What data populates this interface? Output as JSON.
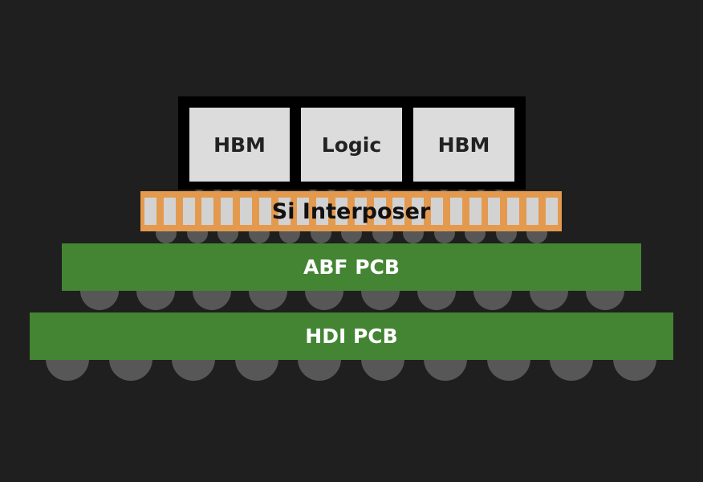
{
  "dies": [
    {
      "label": "HBM"
    },
    {
      "label": "Logic"
    },
    {
      "label": "HBM"
    }
  ],
  "interposer": {
    "label": "Si Interposer"
  },
  "substrate": {
    "label": "ABF PCB"
  },
  "board": {
    "label": "HDI PCB"
  },
  "colors": {
    "background": "#1f1f1f",
    "chip_frame": "#000000",
    "die": "#dcdcdc",
    "interposer_frame": "#e39a4e",
    "interposer_via": "#d2d2d2",
    "pcb": "#438533",
    "solder_ball": "#575757"
  }
}
